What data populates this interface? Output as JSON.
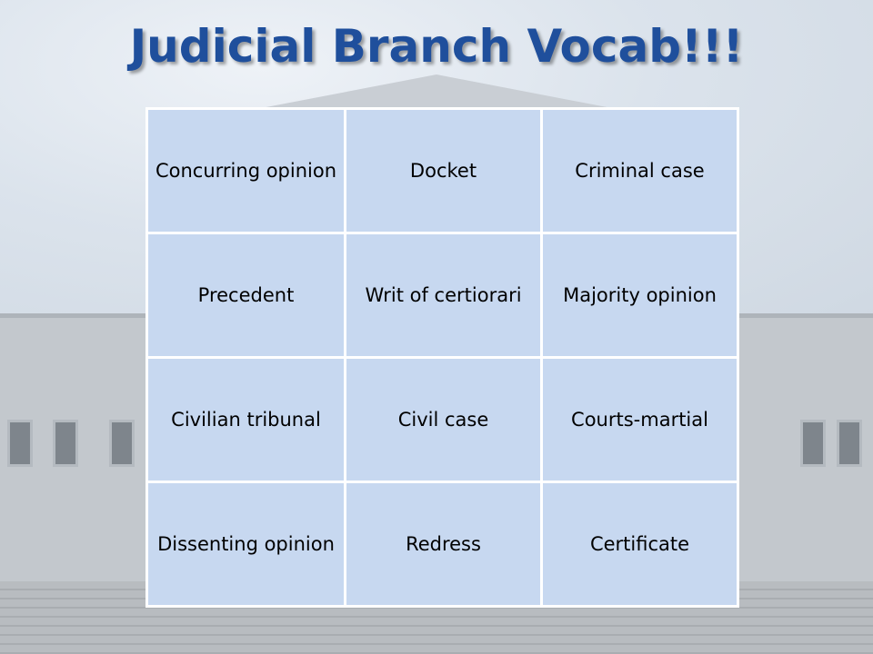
{
  "slide": {
    "title": "Judicial Branch Vocab!!!"
  },
  "vocab": {
    "rows": [
      [
        "Concurring opinion",
        "Docket",
        "Criminal case"
      ],
      [
        "Precedent",
        "Writ of certiorari",
        "Majority opinion"
      ],
      [
        "Civilian tribunal",
        "Civil case",
        "Courts-martial"
      ],
      [
        "Dissenting opinion",
        "Redress",
        "Certificate"
      ]
    ]
  },
  "colors": {
    "title": "#1f4f9c",
    "cell_fill": "#c7d8f0",
    "cell_border": "#ffffff"
  }
}
